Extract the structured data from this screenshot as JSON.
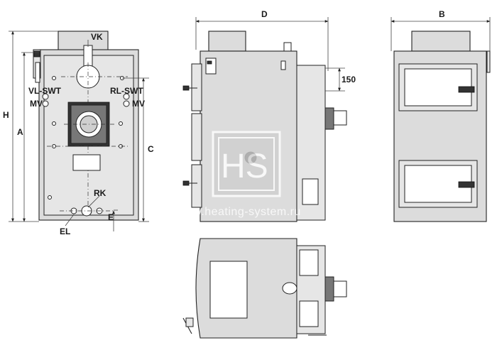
{
  "labels": {
    "vk": "VK",
    "vl_swt": "VL-SWT",
    "rl_swt": "RL-SWT",
    "mv_left": "MV",
    "mv_right": "MV",
    "h": "H",
    "a": "A",
    "c": "C",
    "rk": "RK",
    "e": "E",
    "el": "EL",
    "d": "D",
    "b": "B",
    "dim150": "150"
  },
  "watermark": {
    "logo": "HS",
    "url": "www.heating-system.ru"
  }
}
